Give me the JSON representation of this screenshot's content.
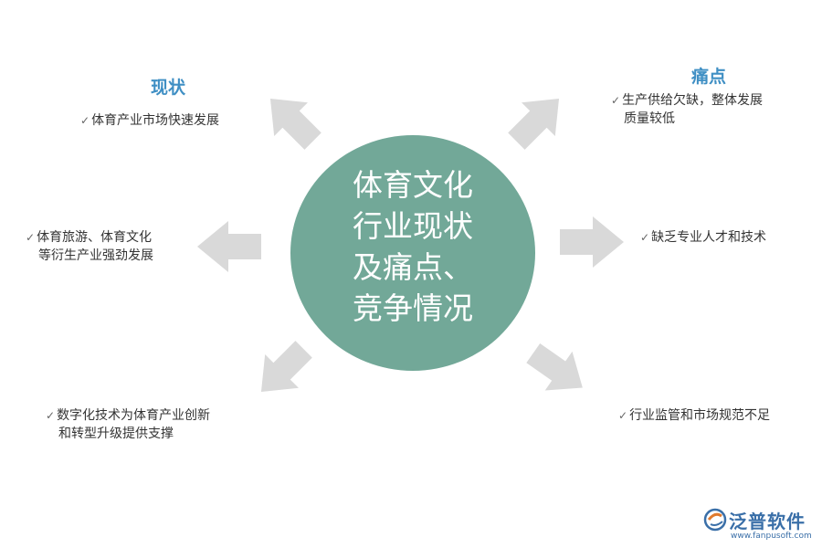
{
  "center": {
    "lines": [
      "体育文化",
      "行业现状",
      "及痛点、",
      "竞争情况"
    ]
  },
  "left": {
    "heading": "现状",
    "items": [
      {
        "lines": [
          "体育产业市场快速发展"
        ]
      },
      {
        "lines": [
          "体育旅游、体育文化",
          "等衍生产业强劲发展"
        ]
      },
      {
        "lines": [
          "数字化技术为体育产业创新",
          "和转型升级提供支撑"
        ]
      }
    ]
  },
  "right": {
    "heading": "痛点",
    "items": [
      {
        "lines": [
          "生产供给欠缺，整体发展",
          "质量较低"
        ]
      },
      {
        "lines": [
          "缺乏专业人才和技术"
        ]
      },
      {
        "lines": [
          "行业监管和市场规范不足"
        ]
      }
    ]
  },
  "check_symbol": "✓",
  "logo": {
    "name": "泛普软件",
    "url": "www.fanpusoft.com"
  },
  "colors": {
    "circle": "#72a898",
    "arrow": "#d9d9d9",
    "heading": "#3f8fc4",
    "logo": "#3a6fa8"
  }
}
